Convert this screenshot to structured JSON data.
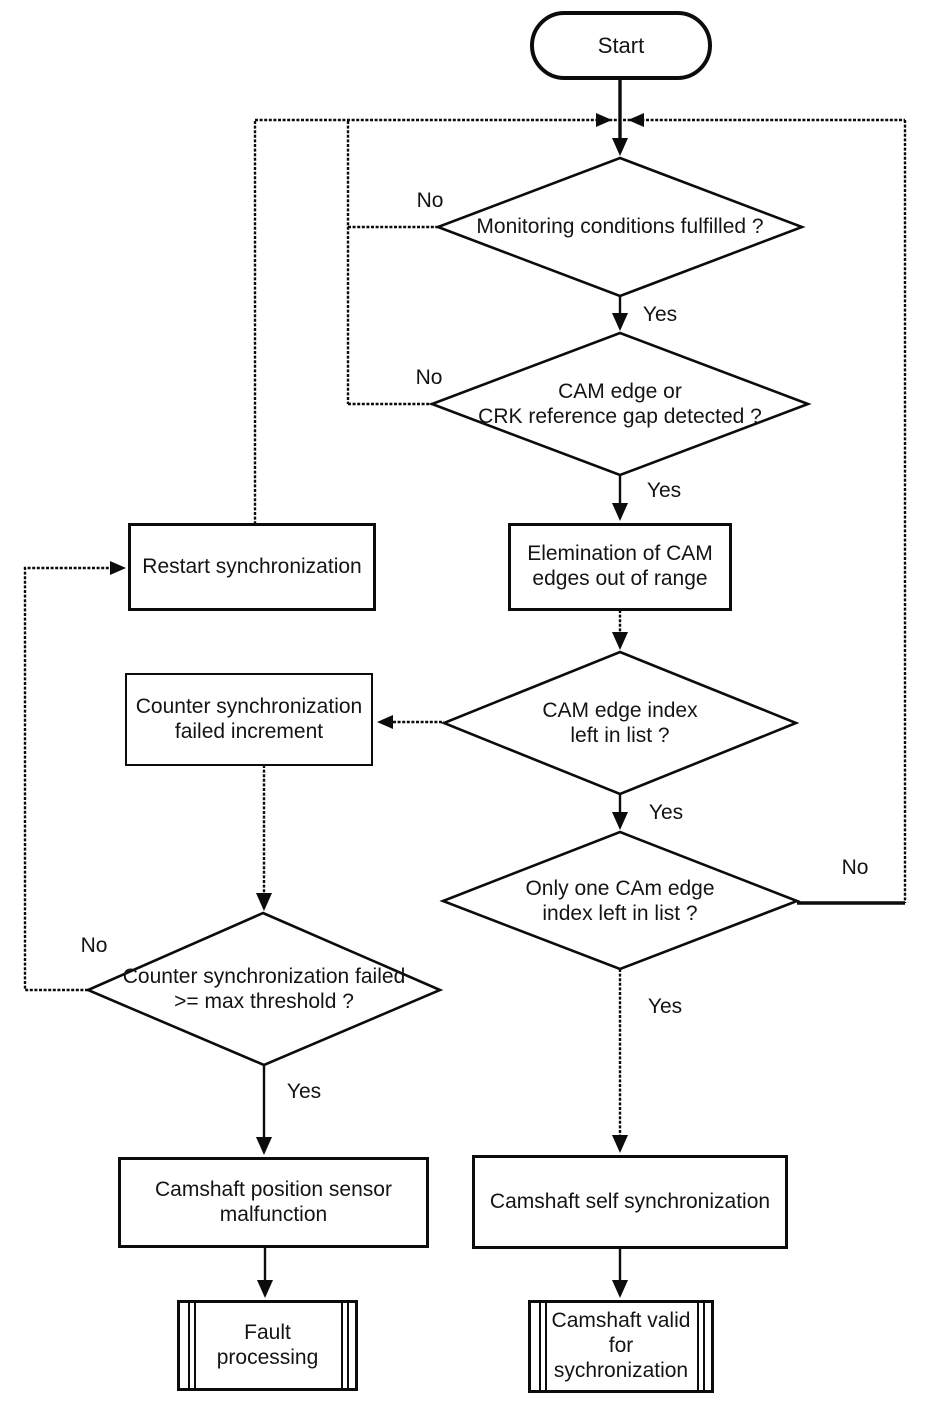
{
  "nodes": {
    "start": "Start",
    "monitoring_conditions": "Monitoring conditions fulfilled ?",
    "cam_edge_detected": "CAM edge or\nCRK reference gap detected ?",
    "elimination": "Elemination of CAM\nedges out of range",
    "restart_sync": "Restart synchronization",
    "counter_failed_increment": "Counter synchronization\nfailed increment",
    "cam_edge_index": "CAM edge index\nleft in list ?",
    "only_one_cam_edge": "Only one CAm edge\nindex left in list ?",
    "counter_failed_threshold": "Counter synchronization failed\n>= max threshold ?",
    "sensor_malfunction": "Camshaft position sensor\nmalfunction",
    "fault_processing": "Fault\nprocessing",
    "self_sync": "Camshaft self synchronization",
    "valid_sync": "Camshaft valid\nfor\nsychronization"
  },
  "edge_labels": {
    "monitoring_no": "No",
    "monitoring_yes": "Yes",
    "cam_edge_no": "No",
    "cam_edge_yes": "Yes",
    "index_left_yes": "Yes",
    "only_one_no": "No",
    "only_one_yes": "Yes",
    "threshold_no": "No",
    "threshold_yes": "Yes"
  },
  "colors": {
    "ink": "#0c0c0c",
    "background": "#ffffff"
  }
}
